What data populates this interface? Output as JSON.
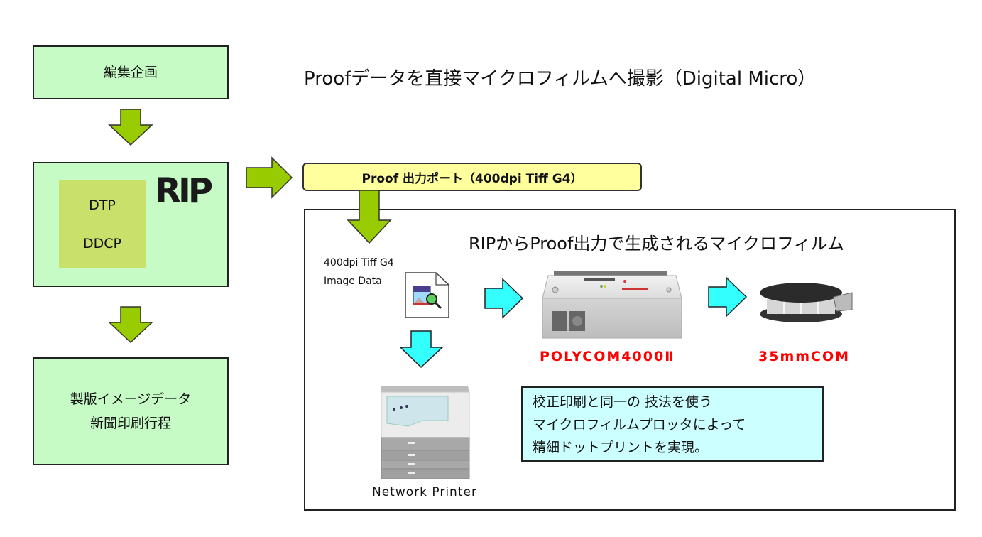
{
  "title": "Proofデータを直接マイクロフィルムへ撮影（Digital Micro）",
  "left_flow": {
    "step1": "編集企画",
    "step2": {
      "inner_lines": [
        "DTP",
        "DDCP"
      ],
      "logo": "RIP"
    },
    "step3_lines": [
      "製版イメージデータ",
      "新聞印刷行程"
    ]
  },
  "port_label": "Proof 出力ポート（400dpi Tiff G4）",
  "frame": {
    "subtitle": "RIPからProof出力で生成されるマイクロフィルム",
    "image_data_lines": [
      "400dpi Tiff G4",
      "Image Data"
    ],
    "devices": {
      "plotter": "POLYCOM4000Ⅱ",
      "film": "35mmCOM",
      "printer": "Network Printer"
    },
    "note_lines": [
      "校正印刷と同一の 技法を使う",
      "マイクロフィルムプロッタによって",
      "精細ドットプリントを実現。"
    ]
  },
  "colors": {
    "step_fill": "#c6fbc6",
    "inner_fill": "#c9e06a",
    "green_arrow": "#99cc00",
    "cyan_arrow": "#33ffff",
    "port_fill": "#ffff9e",
    "note_fill": "#ccffff",
    "device_label": "#ff0000"
  },
  "icons": [
    "image-file-icon",
    "microfilm-plotter-image",
    "film-reel-image",
    "network-printer-image"
  ]
}
